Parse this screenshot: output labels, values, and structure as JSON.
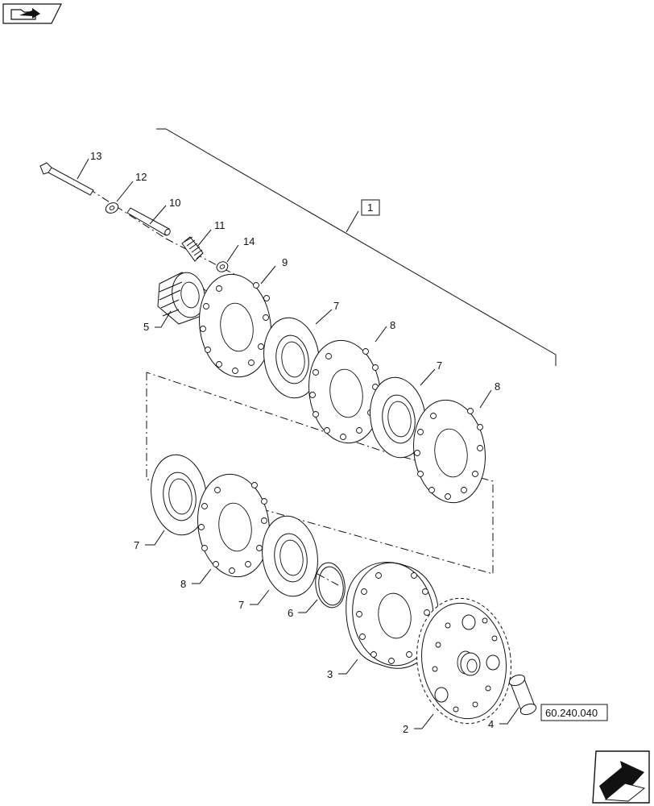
{
  "nav": {
    "top_left_icon": "folder-back-icon",
    "bottom_right_icon": "next-page-arrow-icon"
  },
  "callouts": {
    "c1": "1",
    "c2": "2",
    "c3": "3",
    "c4": "4",
    "c5": "5",
    "c6": "6",
    "c7a": "7",
    "c7b": "7",
    "c7c": "7",
    "c7d": "7",
    "c8a": "8",
    "c8b": "8",
    "c8c": "8",
    "c9": "9",
    "c10": "10",
    "c11": "11",
    "c12": "12",
    "c13": "13",
    "c14": "14"
  },
  "reference": {
    "label": "60.240.040"
  }
}
